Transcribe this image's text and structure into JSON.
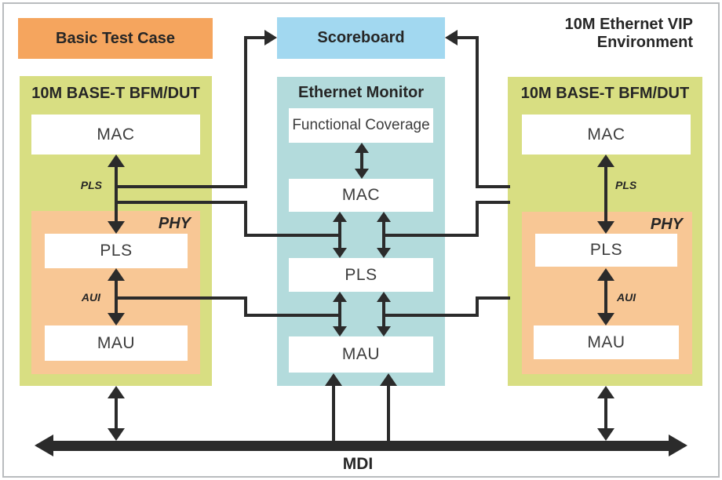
{
  "env": {
    "title_line1": "10M Ethernet VIP",
    "title_line2": "Environment"
  },
  "test_case": {
    "label": "Basic Test Case"
  },
  "scoreboard": {
    "label": "Scoreboard"
  },
  "monitor": {
    "title": "Ethernet Monitor",
    "functional_coverage": "Functional Coverage",
    "mac": "MAC",
    "pls": "PLS",
    "mau": "MAU"
  },
  "bfm_left": {
    "title": "10M BASE-T BFM/DUT",
    "mac": "MAC",
    "phy_label": "PHY",
    "pls": "PLS",
    "mau": "MAU",
    "pls_interface": "PLS",
    "aui_interface": "AUI"
  },
  "bfm_right": {
    "title": "10M BASE-T BFM/DUT",
    "mac": "MAC",
    "phy_label": "PHY",
    "pls": "PLS",
    "mau": "MAU",
    "pls_interface": "PLS",
    "aui_interface": "AUI"
  },
  "bus": {
    "label": "MDI"
  },
  "colors": {
    "test_case_orange": "#F5A55E",
    "phy_peach": "#F8C795",
    "bfm_green": "#D8DE82",
    "scoreboard_blue": "#A2D8F0",
    "monitor_teal": "#B3DBDC",
    "line_black": "#2b2b2b"
  }
}
